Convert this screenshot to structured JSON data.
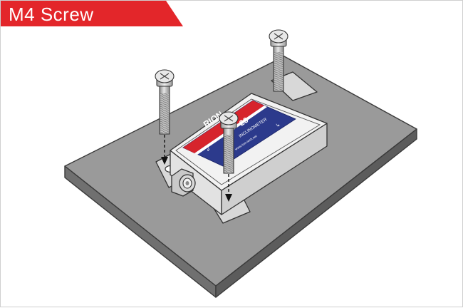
{
  "title": "M4 Screw",
  "label_text": {
    "brand": "RION",
    "model_fragment": "26",
    "device_caption": "INCLINOMETER",
    "web_line": "www.rion-tech.net"
  },
  "colors": {
    "badge": "#e3262a",
    "plate_top": "#9a9a9a",
    "plate_front": "#6f6f6f",
    "device_body": "#ececec",
    "label_blue": "#2c3a8c",
    "label_red": "#d6242c"
  },
  "icons": [
    "screw-icon",
    "down-arrow-icon",
    "cable-gland-icon"
  ]
}
